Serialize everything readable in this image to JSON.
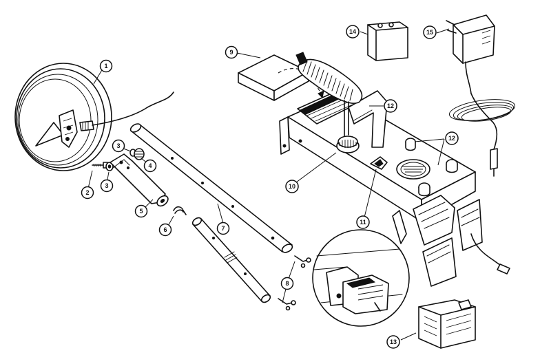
{
  "callouts": {
    "c1": "1",
    "c2": "2",
    "c3a": "3",
    "c3b": "3",
    "c4": "4",
    "c5": "5",
    "c6": "6",
    "c7": "7",
    "c8": "8",
    "c9": "9",
    "c10": "10",
    "c11": "11",
    "c12a": "12",
    "c12b": "12",
    "c13": "13",
    "c14": "14",
    "c15": "15"
  }
}
